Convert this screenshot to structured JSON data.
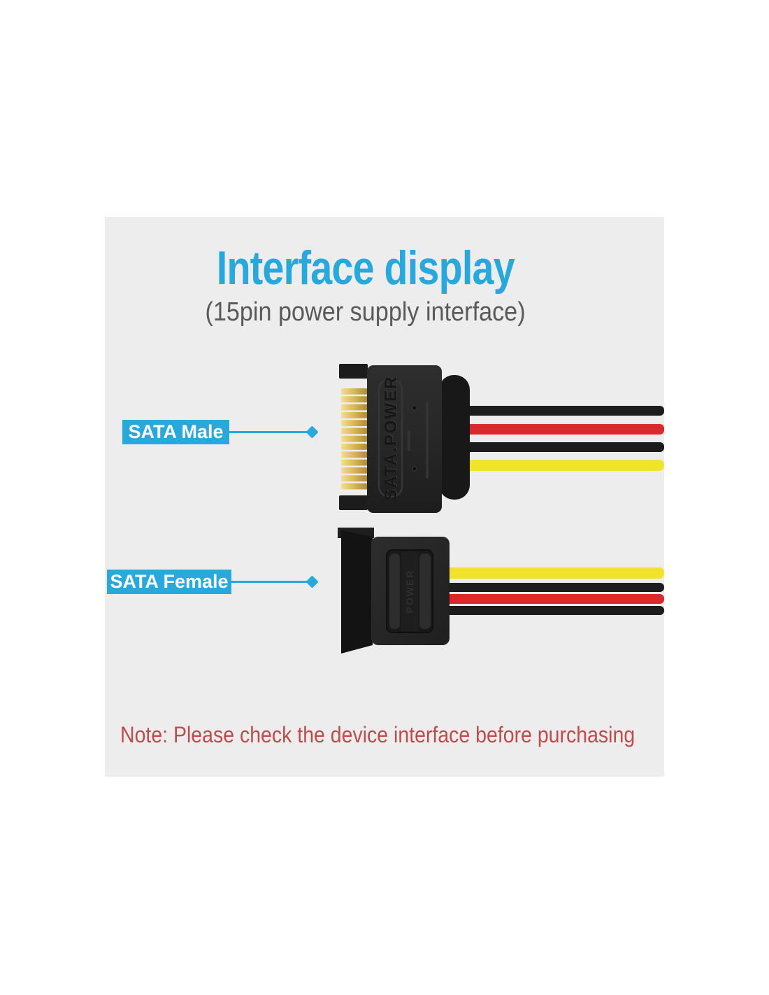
{
  "header": {
    "title": "Interface display",
    "subtitle": "(15pin power supply interface)"
  },
  "connectors": {
    "male": {
      "label": "SATA Male",
      "embossed_text": "SATA.POWER"
    },
    "female": {
      "label": "SATA Female",
      "embossed_text": "POWER"
    }
  },
  "note": {
    "text": "Note: Please check the device interface before purchasing"
  },
  "colors": {
    "page_bg": "#ffffff",
    "panel_bg": "#ededed",
    "accent_blue": "#29a8dc",
    "subtitle_gray": "#5a5a5a",
    "note_red": "#bf4c4c",
    "label_text": "#ffffff",
    "wire_black": "#1c1c1c",
    "wire_red": "#d9292d",
    "wire_yellow": "#f1e32b",
    "connector_body": "#262626",
    "connector_dark": "#141414",
    "gold_pin": "#d9b855"
  }
}
